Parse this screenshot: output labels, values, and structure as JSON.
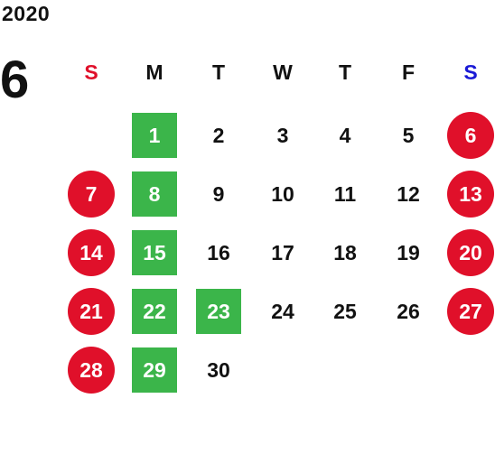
{
  "year": "2020",
  "month": "6",
  "colors": {
    "holiday_red": "#e0102a",
    "highlight_green": "#3bb54a",
    "sunday_label": "#e0102a",
    "saturday_label": "#1a1ad6",
    "text": "#111111"
  },
  "weekdays": [
    {
      "label": "S",
      "type": "sunday"
    },
    {
      "label": "M",
      "type": "weekday"
    },
    {
      "label": "T",
      "type": "weekday"
    },
    {
      "label": "W",
      "type": "weekday"
    },
    {
      "label": "T",
      "type": "weekday"
    },
    {
      "label": "F",
      "type": "weekday"
    },
    {
      "label": "S",
      "type": "saturday"
    }
  ],
  "weeks": [
    [
      null,
      {
        "d": "1",
        "mark": "green"
      },
      {
        "d": "2"
      },
      {
        "d": "3"
      },
      {
        "d": "4"
      },
      {
        "d": "5"
      },
      {
        "d": "6",
        "mark": "red"
      }
    ],
    [
      {
        "d": "7",
        "mark": "red"
      },
      {
        "d": "8",
        "mark": "green"
      },
      {
        "d": "9"
      },
      {
        "d": "10"
      },
      {
        "d": "11"
      },
      {
        "d": "12"
      },
      {
        "d": "13",
        "mark": "red"
      }
    ],
    [
      {
        "d": "14",
        "mark": "red"
      },
      {
        "d": "15",
        "mark": "green"
      },
      {
        "d": "16"
      },
      {
        "d": "17"
      },
      {
        "d": "18"
      },
      {
        "d": "19"
      },
      {
        "d": "20",
        "mark": "red"
      }
    ],
    [
      {
        "d": "21",
        "mark": "red"
      },
      {
        "d": "22",
        "mark": "green"
      },
      {
        "d": "23",
        "mark": "green"
      },
      {
        "d": "24"
      },
      {
        "d": "25"
      },
      {
        "d": "26"
      },
      {
        "d": "27",
        "mark": "red"
      }
    ],
    [
      {
        "d": "28",
        "mark": "red"
      },
      {
        "d": "29",
        "mark": "green"
      },
      {
        "d": "30"
      },
      null,
      null,
      null,
      null
    ]
  ]
}
